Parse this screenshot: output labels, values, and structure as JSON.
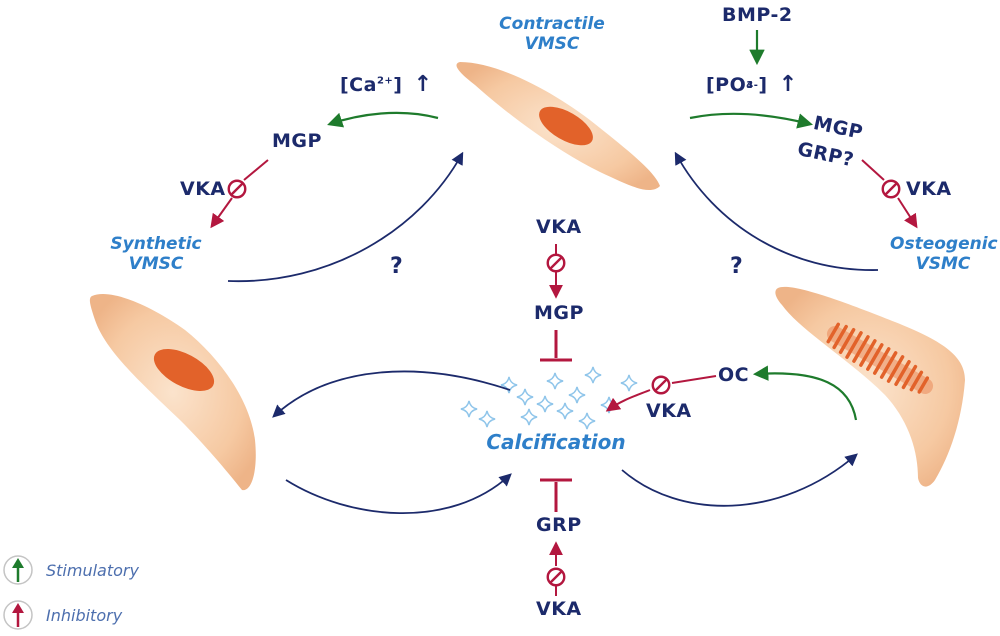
{
  "labels": {
    "contractile": [
      "Contractile",
      "VMSC"
    ],
    "synthetic": [
      "Synthetic",
      "VMSC"
    ],
    "osteogenic": [
      "Osteogenic",
      "VSMC"
    ],
    "calcification": "Calcification",
    "bmp2": "BMP-2",
    "ca_label": "[Ca",
    "ca_sup": "2+",
    "ca_close": "]",
    "po4_label": "[PO",
    "po4_sup": "3-",
    "po4_sub": "4",
    "po4_close": "]",
    "up_arrow": "↑",
    "mgp_left": "MGP",
    "vka_left": "VKA",
    "mgp_right": "MGP",
    "grp_right": "GRP?",
    "vka_right": "VKA",
    "vka_top_center": "VKA",
    "mgp_center": "MGP",
    "grp_center": "GRP",
    "vka_bottom_center": "VKA",
    "oc": "OC",
    "vka_oc": "VKA",
    "question_left": "?",
    "question_right": "?"
  },
  "legend": [
    {
      "label": "Stimulatory",
      "color": "#1e7b2c",
      "icon": "green-up-arrow-icon"
    },
    {
      "label": "Inhibitory",
      "color": "#b3173f",
      "icon": "red-up-arrow-icon"
    }
  ],
  "colors": {
    "navy": "#1c2a6b",
    "green": "#1e7b2c",
    "crimson": "#b3173f",
    "label_blue": "#2e7fc9",
    "cell_body": "#f6c9a2",
    "nucleus": "#e2622a",
    "star": "#8fc5ea"
  }
}
